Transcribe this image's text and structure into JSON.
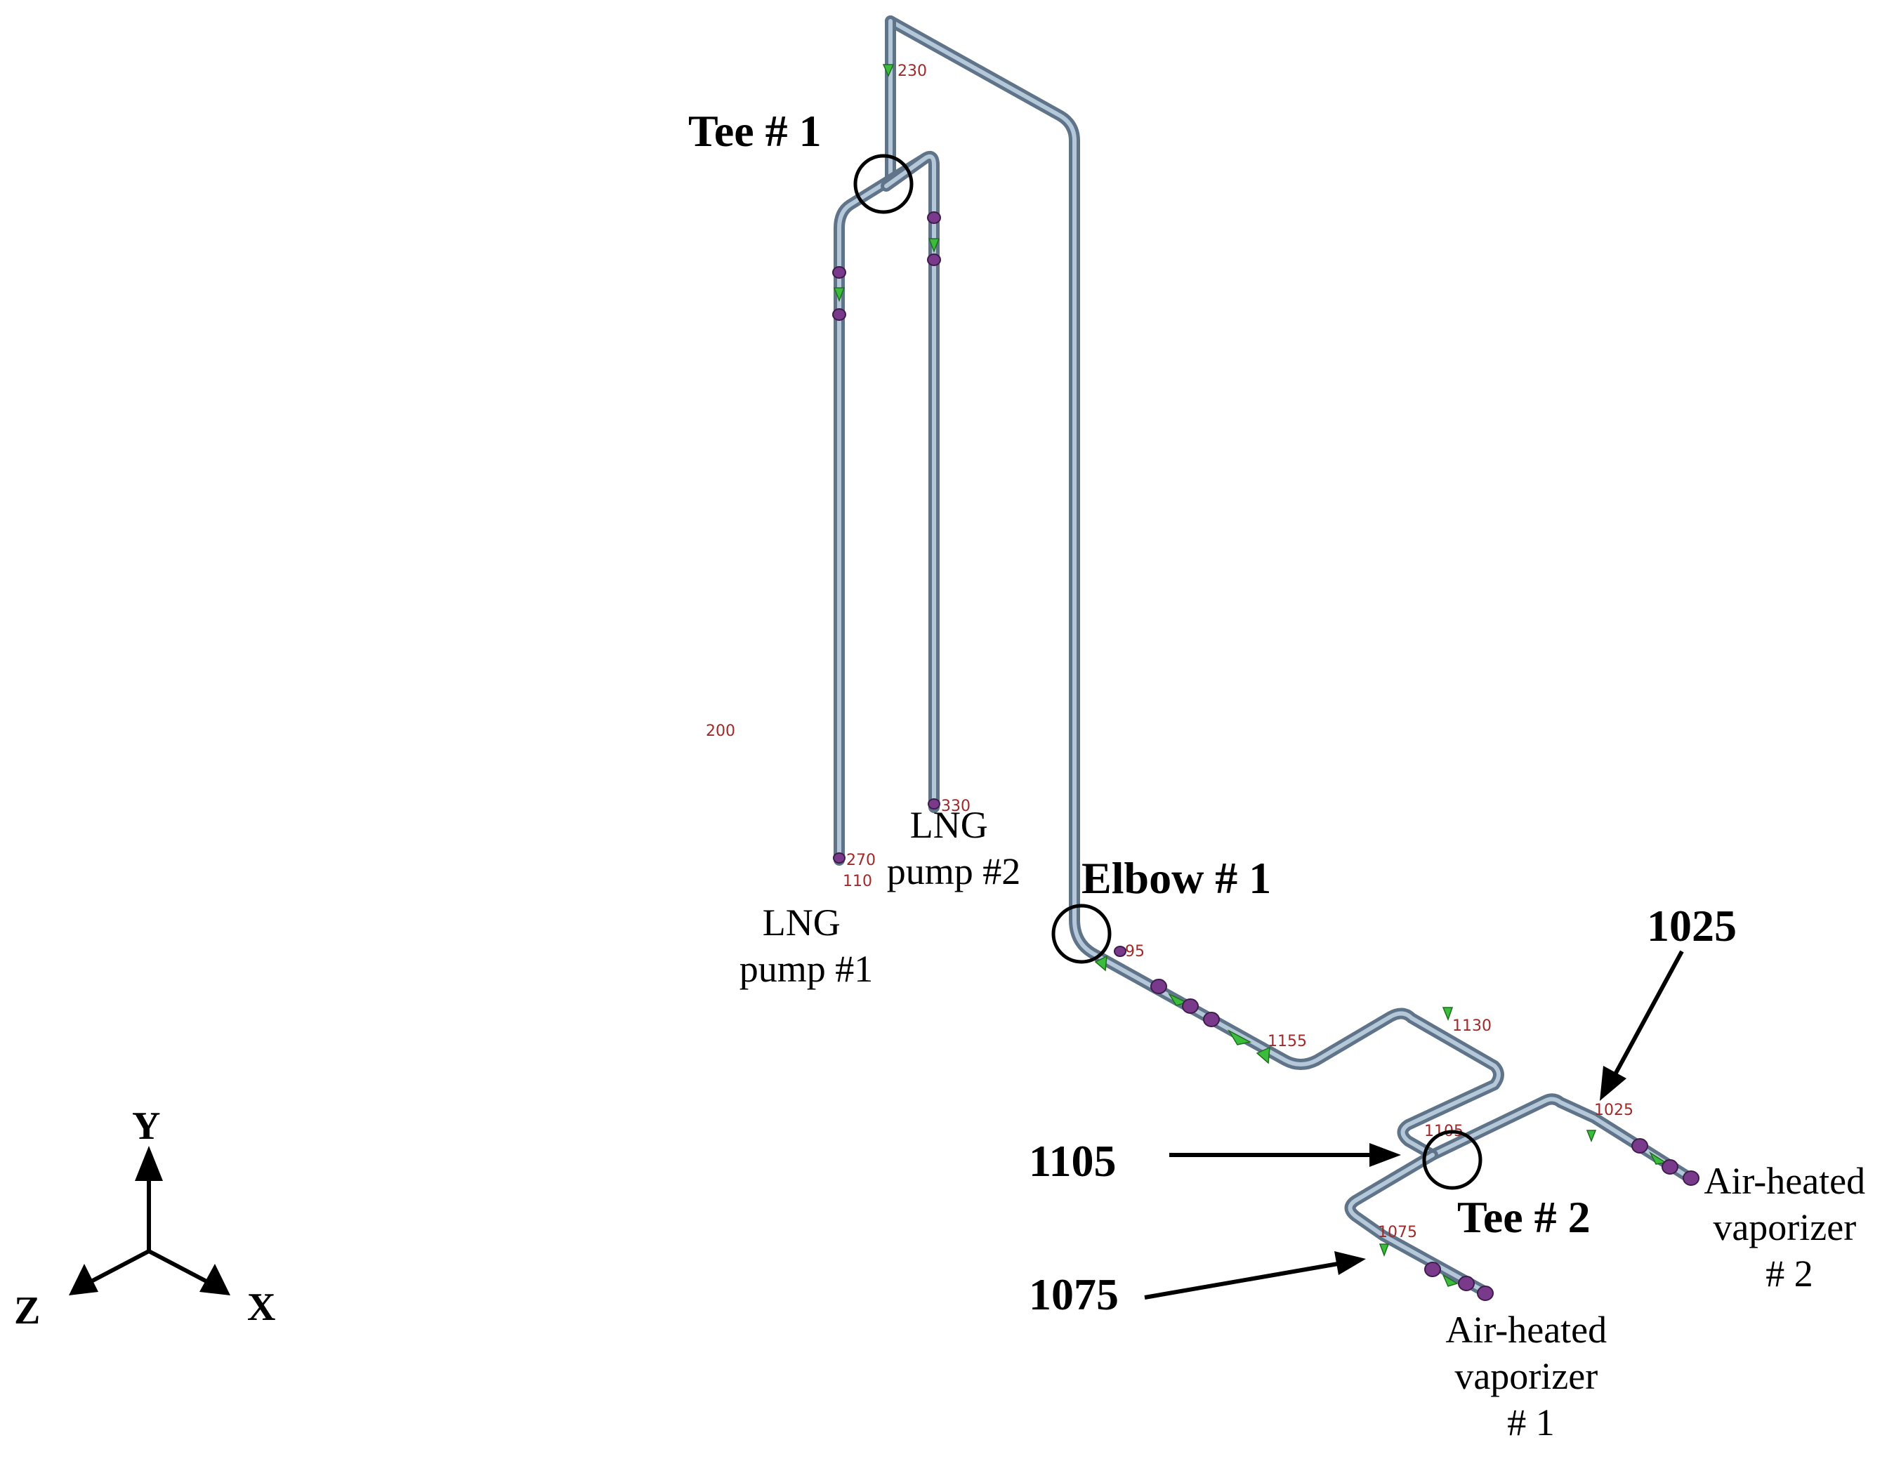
{
  "callouts": {
    "tee1": "Tee # 1",
    "tee2": "Tee # 2",
    "elbow1": "Elbow # 1"
  },
  "ref_numbers": {
    "n1025": "1025",
    "n1105": "1105",
    "n1075": "1075"
  },
  "equipment": {
    "pump1": [
      "LNG",
      "pump #1"
    ],
    "pump2": [
      "LNG",
      "pump #2"
    ],
    "vaporizer1": [
      "Air-heated",
      "vaporizer",
      "# 1"
    ],
    "vaporizer2": [
      "Air-heated",
      "vaporizer",
      "# 2"
    ]
  },
  "node_labels": {
    "n230": "230",
    "n200": "200",
    "n330": "330",
    "n270": "270",
    "n110": "110",
    "n95": "95",
    "n1155": "1155",
    "n1130": "1130",
    "n1025s": "1025",
    "n1105s": "1105",
    "n1075s": "1075"
  },
  "axes": {
    "y": "Y",
    "z": "Z",
    "x": "X"
  },
  "colors": {
    "pipe": "#5f7488",
    "pipe_highlight": "#b4c8da",
    "node_text": "#a02a2a",
    "fitting": "#7a3a8c",
    "support": "#3cbc3c"
  }
}
